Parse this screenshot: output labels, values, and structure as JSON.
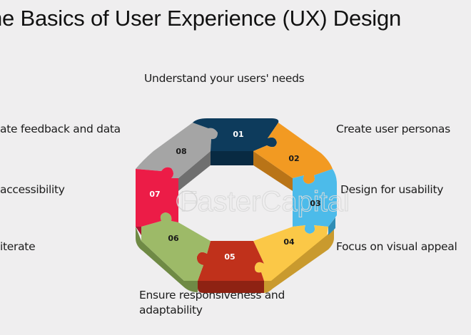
{
  "title": "he Basics of User Experience (UX) Design",
  "watermark": "FasterCapital",
  "steps": [
    {
      "num": "01",
      "label": "Understand your users' needs",
      "color": "#0d3b5c",
      "side": "#082a42",
      "num_color": "#ffffff"
    },
    {
      "num": "02",
      "label": "Create user personas",
      "color": "#f29a22",
      "side": "#b97417",
      "num_color": "#1a1a1a"
    },
    {
      "num": "03",
      "label": "Design for usability",
      "color": "#4cbbea",
      "side": "#2f8db5",
      "num_color": "#1a1a1a"
    },
    {
      "num": "04",
      "label": "Focus on visual appeal",
      "color": "#fbc847",
      "side": "#c99a2e",
      "num_color": "#1a1a1a"
    },
    {
      "num": "05",
      "label": "Ensure responsiveness and adaptability",
      "color": "#c0311b",
      "side": "#8e2213",
      "num_color": "#ffffff"
    },
    {
      "num": "06",
      "label": "iterate",
      "color": "#9dba68",
      "side": "#6f8a45",
      "num_color": "#1a1a1a"
    },
    {
      "num": "07",
      "label": "accessibility",
      "color": "#ec1c47",
      "side": "#a81432",
      "num_color": "#ffffff"
    },
    {
      "num": "08",
      "label": "ate feedback and data",
      "color": "#a5a5a5",
      "side": "#6f6f6f",
      "num_color": "#1a1a1a"
    }
  ],
  "colors": {
    "background": "#efeeef",
    "text": "#1c1c1c"
  }
}
